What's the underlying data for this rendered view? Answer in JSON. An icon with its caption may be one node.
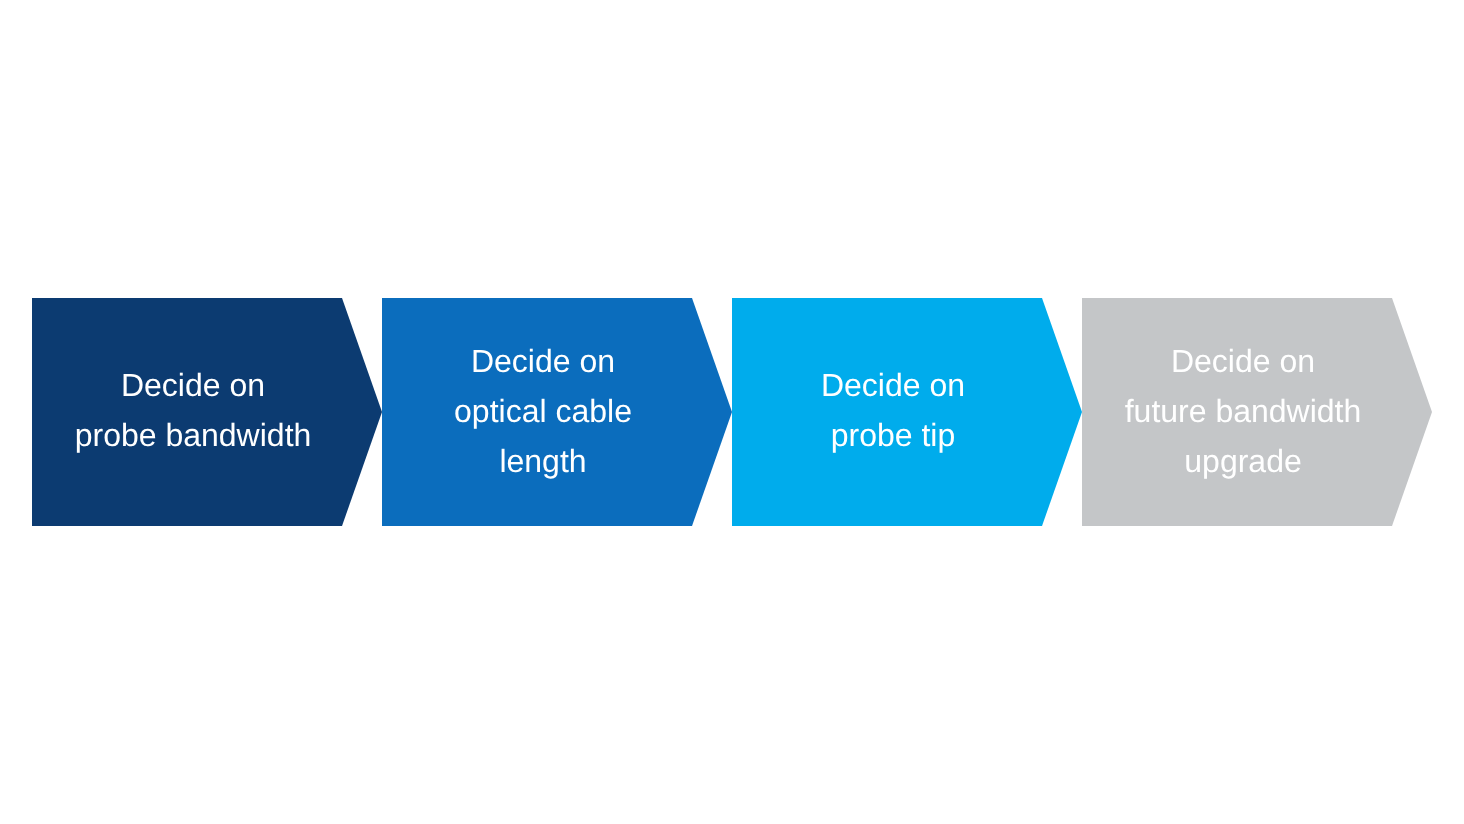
{
  "diagram": {
    "nodes": [
      {
        "text": [
          "Decide on probe bandwidth"
        ]
      },
      {
        "text": [
          "Decide on optical cable length"
        ]
      },
      {
        "text": [
          "Decide on probe tip"
        ]
      },
      {
        "text": [
          "Decide on future bandwidth upgrade"
        ]
      }
    ]
  }
}
